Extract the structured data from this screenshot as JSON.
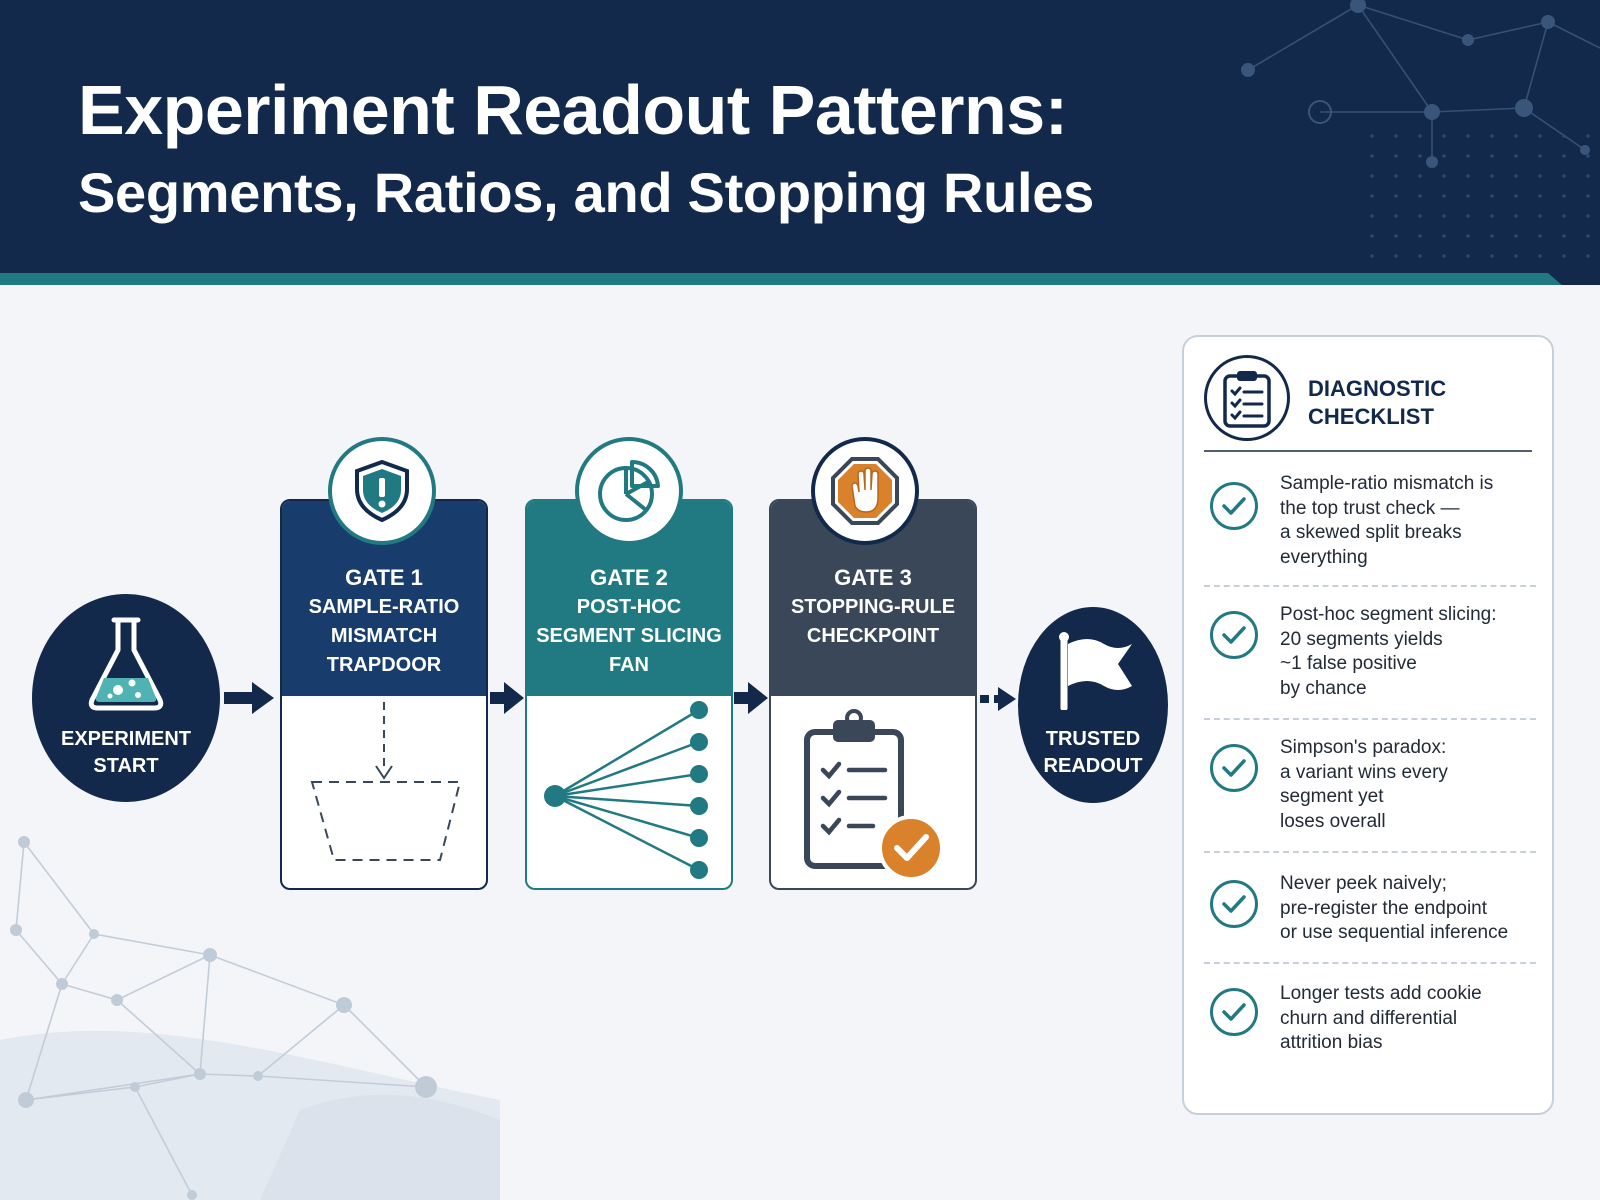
{
  "title": {
    "line1": "Experiment Readout Patterns:",
    "line2": "Segments, Ratios, and Stopping Rules"
  },
  "colors": {
    "navy": "#13294b",
    "teal": "#217a82",
    "slate": "#3a4758",
    "orange": "#d9822b"
  },
  "flow": {
    "start": {
      "line1": "EXPERIMENT",
      "line2": "START",
      "icon": "flask-icon"
    },
    "gates": [
      {
        "title": "GATE 1",
        "lines": [
          "SAMPLE-RATIO",
          "MISMATCH",
          "TRAPDOOR"
        ],
        "icon": "shield-alert-icon"
      },
      {
        "title": "GATE 2",
        "lines": [
          "POST-HOC",
          "SEGMENT SLICING",
          "FAN"
        ],
        "icon": "pie-chart-icon"
      },
      {
        "title": "GATE 3",
        "lines": [
          "STOPPING-RULE",
          "CHECKPOINT"
        ],
        "icon": "stop-hand-icon"
      }
    ],
    "end": {
      "line1": "TRUSTED",
      "line2": "READOUT",
      "icon": "flag-icon"
    }
  },
  "checklist": {
    "title_line1": "DIAGNOSTIC",
    "title_line2": "CHECKLIST",
    "items": [
      {
        "lines": [
          "Sample-ratio mismatch is",
          "the top trust check —",
          "a skewed split breaks",
          "everything"
        ]
      },
      {
        "lines": [
          "Post-hoc segment slicing:",
          "20 segments yields",
          "~1 false positive",
          "by chance"
        ]
      },
      {
        "lines": [
          "Simpson's paradox:",
          "a variant wins every",
          "segment yet",
          "loses overall"
        ]
      },
      {
        "lines": [
          "Never peek naively;",
          "pre-register the endpoint",
          "or use sequential inference"
        ]
      },
      {
        "lines": [
          "Longer tests add cookie",
          "churn and differential",
          "attrition bias"
        ]
      }
    ]
  }
}
